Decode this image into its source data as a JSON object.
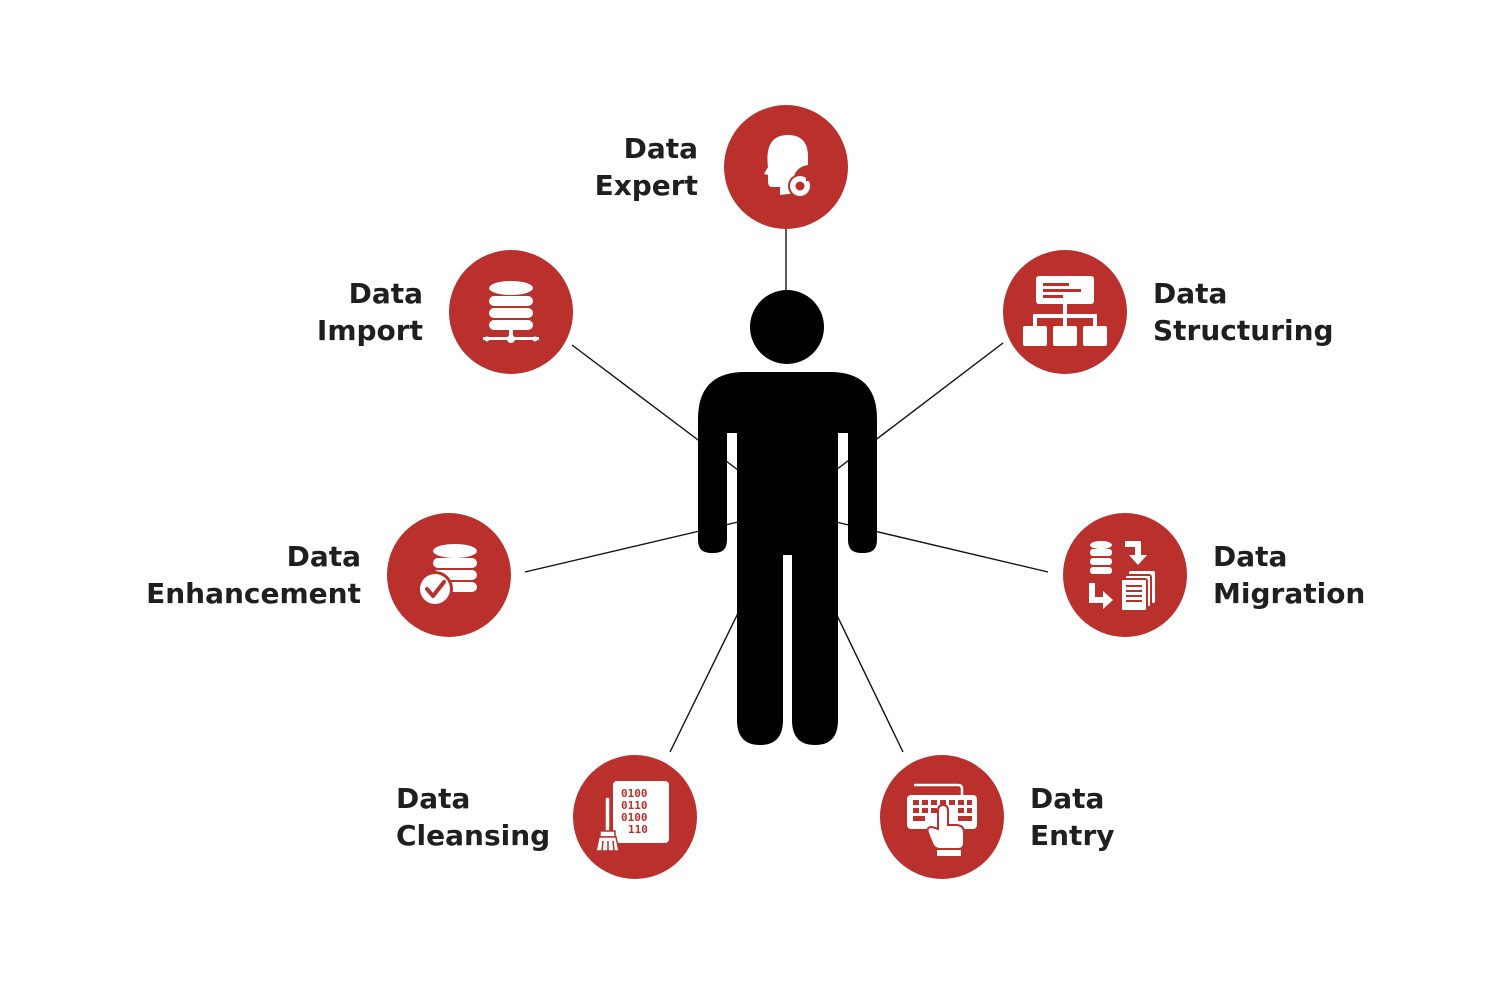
{
  "colors": {
    "accent": "#b9302d",
    "figure": "#000000",
    "connector": "#111111",
    "label": "#1f1f1f",
    "background": "#ffffff"
  },
  "center": {
    "icon": "person-silhouette-icon"
  },
  "nodes": [
    {
      "id": "data-expert",
      "line1": "Data",
      "line2": "Expert",
      "icon": "expert-head-icon"
    },
    {
      "id": "data-import",
      "line1": "Data",
      "line2": "Import",
      "icon": "database-network-icon"
    },
    {
      "id": "data-structuring",
      "line1": "Data",
      "line2": "Structuring",
      "icon": "hierarchy-structure-icon"
    },
    {
      "id": "data-enhancement",
      "line1": "Data",
      "line2": "Enhancement",
      "icon": "database-check-icon"
    },
    {
      "id": "data-migration",
      "line1": "Data",
      "line2": "Migration",
      "icon": "database-transfer-icon"
    },
    {
      "id": "data-cleansing",
      "line1": "Data",
      "line2": "Cleansing",
      "icon": "binary-broom-icon"
    },
    {
      "id": "data-entry",
      "line1": "Data",
      "line2": "Entry",
      "icon": "keyboard-hand-icon"
    }
  ],
  "binary_rows": [
    "0100",
    "0110",
    "0100",
    "110"
  ]
}
